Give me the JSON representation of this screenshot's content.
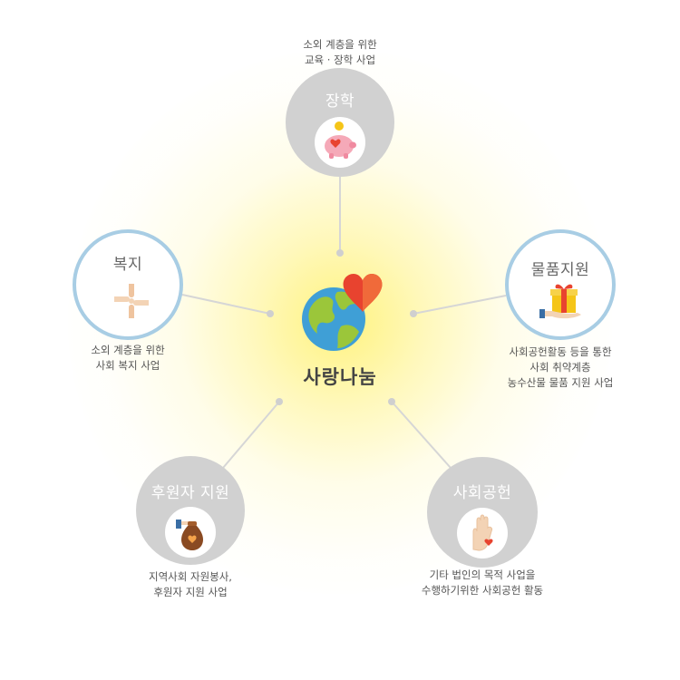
{
  "center": {
    "label": "사랑나눔",
    "icon": "globe-heart-icon"
  },
  "nodes": {
    "scholarship": {
      "title": "장학",
      "icon": "piggy-bank-heart-icon",
      "caption": [
        "소외 계층을 위한",
        "교육 · 장학 사업"
      ]
    },
    "goods": {
      "title": "물품지원",
      "icon": "gift-box-hand-icon",
      "caption": [
        "사회공헌활동 등을 통한",
        "사회 취약계층",
        "농수산물 물품 지원 사업"
      ]
    },
    "social": {
      "title": "사회공헌",
      "icon": "raised-hand-heart-icon",
      "caption": [
        "기타 법인의 목적 사업을",
        "수행하기위한 사회공헌 활동"
      ]
    },
    "donor": {
      "title": "후원자 지원",
      "icon": "money-bag-heart-icon",
      "caption": [
        "지역사회 자원봉사,",
        "후원자 지원 사업"
      ]
    },
    "welfare": {
      "title": "복지",
      "icon": "helping-hands-icon",
      "caption": [
        "소외 계층을 위한",
        "사회 복지 사업"
      ]
    }
  },
  "colors": {
    "gray_circle": "#d1d1d1",
    "outline_blue": "#a8cde4",
    "glow_yellow": "#fff278",
    "heart_red": "#e8432f",
    "globe_blue": "#3f9fd6",
    "globe_green": "#9bc63a"
  }
}
